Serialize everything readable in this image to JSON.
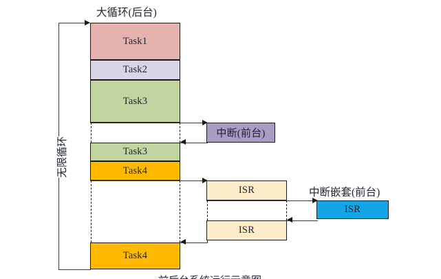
{
  "diagram": {
    "title_top": "大循环(后台)",
    "label_loop": "无限循环",
    "label_interrupt": "中断(前台)",
    "label_nested": "中断嵌套(前台)",
    "caption_bottom": "前后台系统运行示意图",
    "colors": {
      "task1": "#e4b3b0",
      "task2": "#d9d5e6",
      "task3": "#c2d5a0",
      "task4": "#ffb900",
      "interrupt": "#a89bc4",
      "isr": "#fdecc8",
      "nested_isr": "#13a5e6",
      "stroke": "#1a1a1a",
      "line": "#3a3a3a",
      "background": "#ffffff"
    },
    "main_column": [
      {
        "label": "Task1",
        "fill": "task1"
      },
      {
        "label": "Task2",
        "fill": "task2"
      },
      {
        "label": "Task3",
        "fill": "task3"
      },
      {
        "label": "",
        "fill": "none"
      },
      {
        "label": "Task3",
        "fill": "task3"
      },
      {
        "label": "Task4",
        "fill": "task4"
      },
      {
        "label": "",
        "fill": "none"
      },
      {
        "label": "Task4",
        "fill": "task4"
      }
    ],
    "interrupt_column": [
      {
        "label": "中断(前台)",
        "fill": "interrupt"
      }
    ],
    "isr_column": [
      {
        "label": "ISR",
        "fill": "isr"
      },
      {
        "label": "",
        "fill": "none"
      },
      {
        "label": "ISR",
        "fill": "isr"
      }
    ],
    "nested_column": [
      {
        "label": "ISR",
        "fill": "nested_isr"
      }
    ]
  }
}
